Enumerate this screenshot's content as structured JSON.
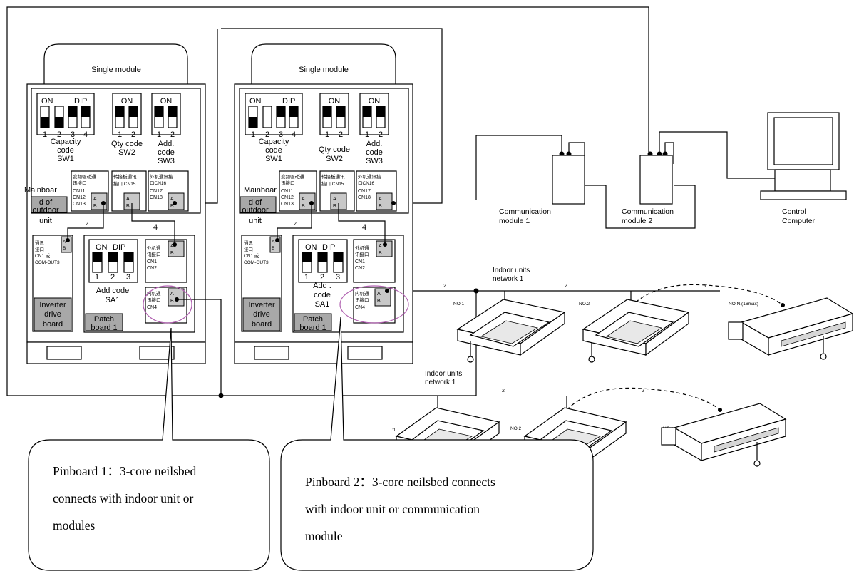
{
  "modules": [
    {
      "top_label": "Single module",
      "sw1": {
        "header_on": "ON",
        "header_dip": "DIP",
        "pins": [
          "1",
          "2",
          "3",
          "4"
        ],
        "caption": [
          "Capacity",
          "code",
          "SW1"
        ]
      },
      "sw2": {
        "header": "ON",
        "pins": [
          "1",
          "2"
        ],
        "caption": [
          "Qty code",
          "SW2"
        ]
      },
      "sw3": {
        "header": "ON",
        "pins": [
          "1",
          "2"
        ],
        "caption": [
          "Add.",
          "code",
          "SW3"
        ]
      },
      "cn11_label": [
        "变频驱动通",
        "讯接口",
        "CN11",
        "CN12",
        "CN13"
      ],
      "cn15_label": [
        "转接板通讯",
        "接口 CN15"
      ],
      "cn16_label": [
        "外机通讯接",
        "口CN16",
        "CN17",
        "CN18"
      ],
      "mainboard": [
        "Mainboar",
        "d of",
        "outdoor",
        "unit"
      ],
      "inverter_comm": [
        "通讯",
        "接口",
        "CN1 或",
        "COM-OUT3"
      ],
      "inverter": [
        "Inverter",
        "drive",
        "board"
      ],
      "sa1": {
        "header_on": "ON",
        "header_dip": "DIP",
        "pins": [
          "1",
          "2",
          "3"
        ],
        "caption": [
          "Add code",
          "SA1"
        ]
      },
      "patch_out": [
        "外机通",
        "讯接口",
        "CN1",
        "CN2"
      ],
      "patch_in": [
        "内机通",
        "讯接口",
        "CN4"
      ],
      "patch": [
        "Patch",
        "board 1"
      ]
    },
    {
      "top_label": "Single module",
      "sw1": {
        "header_on": "ON",
        "header_dip": "DIP",
        "pins": [
          "1",
          "2",
          "3",
          "4"
        ],
        "caption": [
          "Capacity",
          "code",
          "SW1"
        ]
      },
      "sw2": {
        "header": "ON",
        "pins": [
          "1",
          "2"
        ],
        "caption": [
          "Qty code",
          "SW2"
        ]
      },
      "sw3": {
        "header": "ON",
        "pins": [
          "1",
          "2"
        ],
        "caption": [
          "Add.",
          "code",
          "SW3"
        ]
      },
      "cn11_label": [
        "变频驱动通",
        "讯接口",
        "CN11",
        "CN12",
        "CN13"
      ],
      "cn15_label": [
        "转接板通讯",
        "接口 CN15"
      ],
      "cn16_label": [
        "外机通讯接",
        "口CN16",
        "CN17",
        "CN18"
      ],
      "mainboard": [
        "Mainboar",
        "d of",
        "outdoor",
        "unit"
      ],
      "inverter_comm": [
        "通讯",
        "接口",
        "CN1 或",
        "COM-OUT3"
      ],
      "inverter": [
        "Inverter",
        "drive",
        "board"
      ],
      "sa1": {
        "header_on": "ON",
        "header_dip": "DIP",
        "pins": [
          "1",
          "2",
          "3"
        ],
        "caption": [
          "Add .",
          "code",
          "SA1"
        ]
      },
      "patch_out": [
        "外机通",
        "讯接口",
        "CN1",
        "CN2"
      ],
      "patch_in": [
        "内机通",
        "讯接口",
        "CN4"
      ],
      "patch": [
        "Patch",
        "board 1"
      ]
    }
  ],
  "ab": {
    "a": "A",
    "b": "B"
  },
  "wire_labels": {
    "two": "2",
    "four": "4"
  },
  "comm_module_1": [
    "Communication",
    "module 1"
  ],
  "comm_module_2": [
    "Communication",
    "module 2"
  ],
  "control_computer": [
    "Control",
    "Computer"
  ],
  "network1_label": [
    "Indoor units",
    "network 1"
  ],
  "network2_label": [
    "Indoor units",
    "network 1"
  ],
  "network1_units": [
    "NO.1",
    "NO.2",
    "NO.N.(16max)"
  ],
  "network2_units": [
    ":1",
    "NO.2",
    "NO.N.(16max)"
  ],
  "bubble1": [
    "Pinboard 1：3-core neilsbed",
    "connects with indoor unit or",
    "modules"
  ],
  "bubble2": [
    "Pinboard 2：3-core neilsbed connects",
    "with indoor unit or communication",
    "module"
  ]
}
